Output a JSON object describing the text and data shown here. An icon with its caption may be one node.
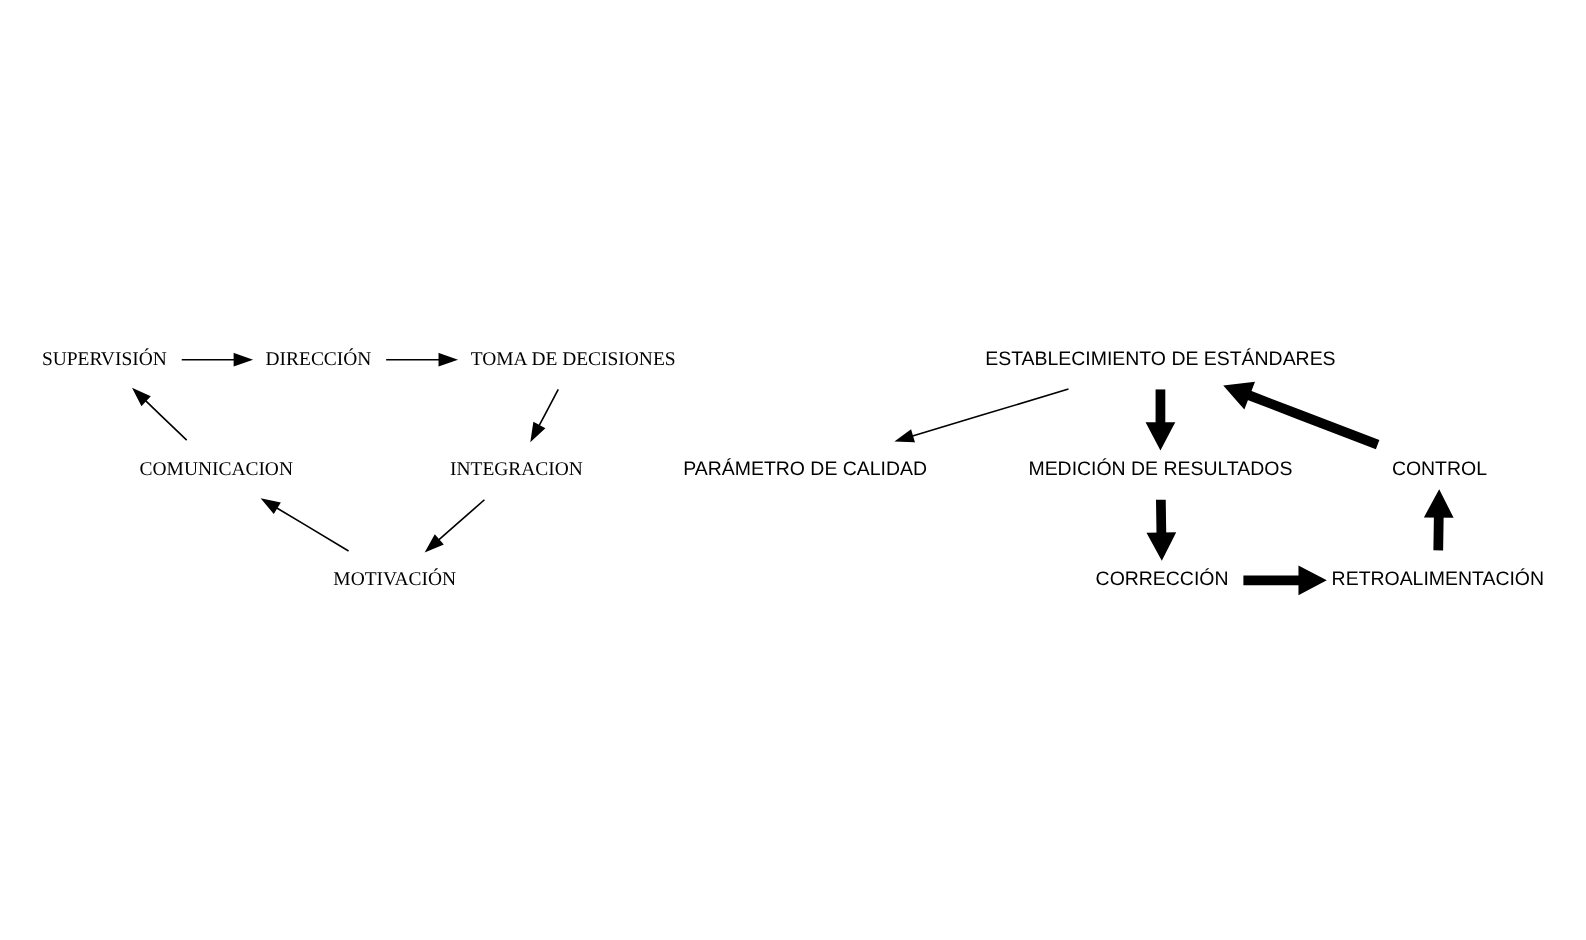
{
  "diagram": {
    "nodes": [
      {
        "text": [
          "DIRECCIÓN"
        ]
      },
      {
        "text": [
          "TOMA DE DECISIONES"
        ]
      },
      {
        "text": [
          "INTEGRACION"
        ]
      },
      {
        "text": [
          "MOTIVACIÓN"
        ]
      },
      {
        "text": [
          "COMUNICACION"
        ]
      },
      {
        "text": [
          "SUPERVISIÓN"
        ]
      },
      {
        "text": [
          "ESTABLECIMIENTO DE ESTÁNDARES"
        ]
      },
      {
        "text": [
          "PARÁMETRO DE CALIDAD"
        ]
      },
      {
        "text": [
          "MEDICIÓN DE RESULTADOS"
        ]
      },
      {
        "text": [
          "CORRECCIÓN"
        ]
      },
      {
        "text": [
          "RETROALIMENTACIÓN"
        ]
      },
      {
        "text": [
          "CONTROL"
        ]
      }
    ],
    "edges": [
      {
        "from": 0,
        "to": 1,
        "arrow": "to"
      },
      {
        "from": 1,
        "to": 2,
        "arrow": "to"
      },
      {
        "from": 2,
        "to": 3,
        "arrow": "to"
      },
      {
        "from": 3,
        "to": 4,
        "arrow": "to"
      },
      {
        "from": 4,
        "to": 5,
        "arrow": "to"
      },
      {
        "from": 5,
        "to": 0,
        "arrow": "to"
      },
      {
        "from": 6,
        "to": 7,
        "arrow": "to"
      },
      {
        "from": 6,
        "to": 8,
        "arrow": "to",
        "style": "thick"
      },
      {
        "from": 8,
        "to": 9,
        "arrow": "to",
        "style": "thick"
      },
      {
        "from": 9,
        "to": 10,
        "arrow": "to",
        "style": "thick"
      },
      {
        "from": 10,
        "to": 11,
        "arrow": "to",
        "style": "thick"
      },
      {
        "from": 11,
        "to": 6,
        "arrow": "to",
        "style": "thick"
      }
    ]
  }
}
